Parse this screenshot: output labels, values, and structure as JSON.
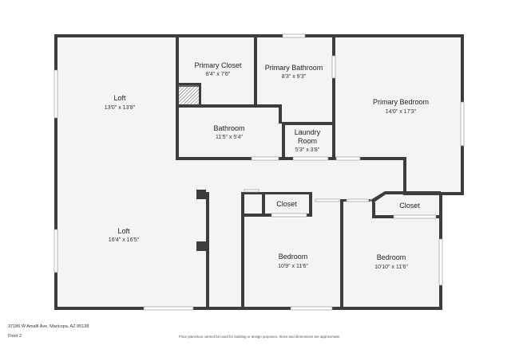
{
  "rooms": {
    "loft_upper": {
      "name": "Loft",
      "dims": "13'0\" x 13'8\""
    },
    "loft_lower": {
      "name": "Loft",
      "dims": "16'4\" x 16'5\""
    },
    "primary_closet": {
      "name": "Primary Closet",
      "dims": "8'4\" x 7'6\""
    },
    "primary_bathroom": {
      "name": "Primary Bathroom",
      "dims": "8'3\" x 9'3\""
    },
    "primary_bedroom": {
      "name": "Primary Bedroom",
      "dims": "14'0\" x 17'3\""
    },
    "bathroom": {
      "name": "Bathroom",
      "dims": "11'5\" x 5'4\""
    },
    "laundry": {
      "name_line1": "Laundry",
      "name_line2": "Room",
      "dims": "5'3\" x 3'8\""
    },
    "closet_1": {
      "name": "Closet"
    },
    "closet_2": {
      "name": "Closet"
    },
    "bedroom_1": {
      "name": "Bedroom",
      "dims": "10'9\" x 11'6\""
    },
    "bedroom_2": {
      "name": "Bedroom",
      "dims": "10'10\" x 11'6\""
    }
  },
  "footer": {
    "address": "37186 W Amalfi Ave, Maricopa, AZ 85138",
    "floor": "Floor 2",
    "disclaimer": "Floor plans/tour cannot be used for building or design purposes. Sizes and dimensions are approximate."
  },
  "colors": {
    "wall": "#3d3d3d",
    "floor": "#f4f4f4",
    "background": "#ffffff"
  }
}
